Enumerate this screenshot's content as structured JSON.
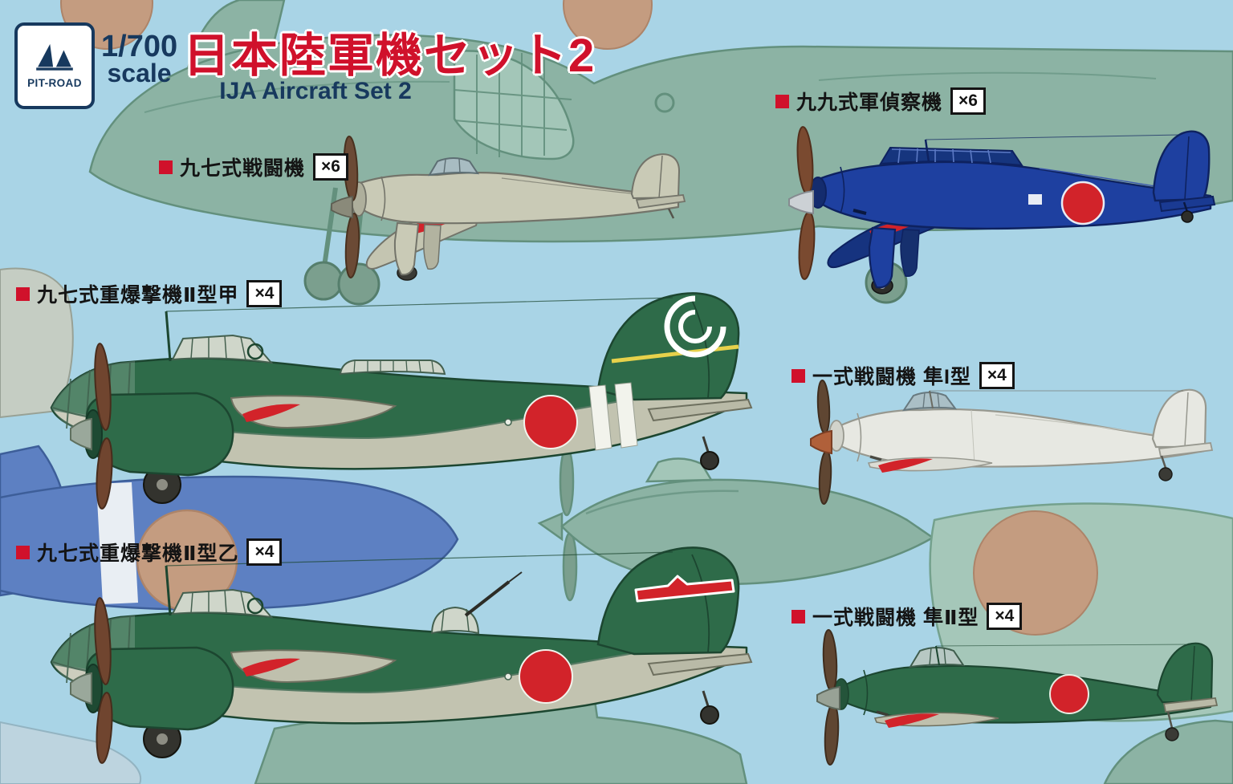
{
  "header": {
    "logo_text": "PIT-ROAD",
    "scale_fraction": "1/700",
    "scale_word": "scale",
    "title_jp": "日本陸軍機セット2",
    "subtitle_en": "IJA Aircraft Set 2"
  },
  "aircraft_labels": [
    {
      "name_jp": "九七式戦闘機",
      "count": "×6"
    },
    {
      "name_jp": "九九式軍偵察機",
      "count": "×6"
    },
    {
      "name_jp": "九七式重爆撃機Ⅱ型甲",
      "count": "×4"
    },
    {
      "name_jp": "一式戦闘機 隼I型",
      "count": "×4"
    },
    {
      "name_jp": "九七式重爆撃機Ⅱ型乙",
      "count": "×4"
    },
    {
      "name_jp": "一式戦闘機 隼Ⅱ型",
      "count": "×4"
    }
  ],
  "colors": {
    "sky_background": "#a9d4e6",
    "title_red": "#d0112b",
    "navy_text": "#17395e",
    "label_black": "#141414",
    "hinomaru_red": "#d2232a",
    "ija_dark_green": "#2e6b49",
    "underside_grey_green": "#c2c3b0",
    "ki27_grey_green": "#c9cab6",
    "ki51_blue": "#1e40a0",
    "ki43i_pale_grey": "#e7e8e2",
    "silhouette_teal": "#8cb3a4",
    "silhouette_blue": "#5d80c2",
    "roundel_tan": "#c49c80",
    "tail_stripe_yellow": "#e7d14b",
    "propeller_brown": "#6b4a35"
  }
}
